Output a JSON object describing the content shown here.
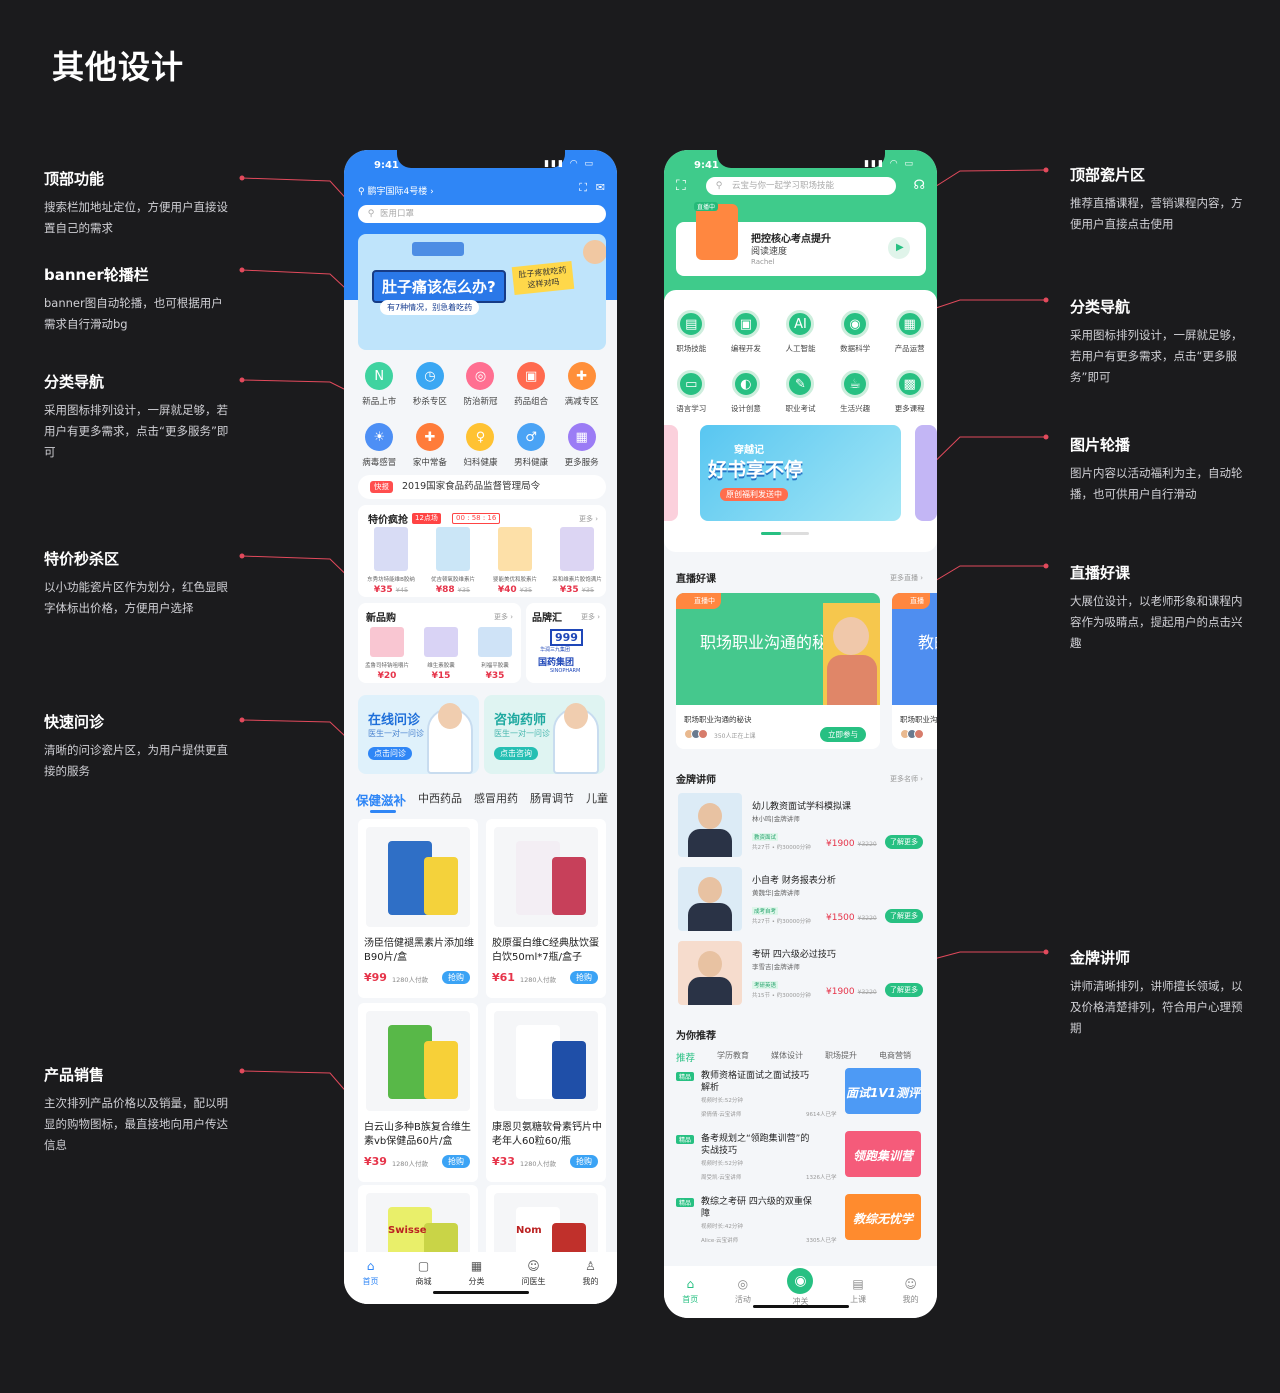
{
  "page": {
    "title": "其他设计"
  },
  "annotations_left": [
    {
      "title": "顶部功能",
      "desc": "搜索栏加地址定位，方便用户直接设置自己的需求"
    },
    {
      "title": "banner轮播栏",
      "desc": "banner图自动轮播，也可根据用户需求自行滑动bg"
    },
    {
      "title": "分类导航",
      "desc": "采用图标排列设计，一屏就足够，若用户有更多需求，点击“更多服务”即可"
    },
    {
      "title": "特价秒杀区",
      "desc": "以小功能瓷片区作为划分，红色显眼字体标出价格，方便用户选择"
    },
    {
      "title": "快速问诊",
      "desc": "清晰的问诊瓷片区，为用户提供更直接的服务"
    },
    {
      "title": "产品销售",
      "desc": "主次排列产品价格以及销量，配以明显的购物图标，最直接地向用户传达信息"
    }
  ],
  "annotations_right": [
    {
      "title": "顶部瓷片区",
      "desc": "推荐直播课程，营销课程内容，方便用户直接点击使用"
    },
    {
      "title": "分类导航",
      "desc": "采用图标排列设计，一屏就足够，若用户有更多需求，点击“更多服务”即可"
    },
    {
      "title": "图片轮播",
      "desc": "图片内容以活动福利为主，自动轮播，也可供用户自行滑动"
    },
    {
      "title": "直播好课",
      "desc": "大展位设计，以老师形象和课程内容作为吸睛点，提起用户的点击兴趣"
    },
    {
      "title": "金牌讲师",
      "desc": "讲师清晰排列，讲师擅长领域，以及价格清楚排列，符合用户心理预期"
    }
  ],
  "pharmacy": {
    "time": "9:41",
    "location": "鹏宇国际4号楼",
    "search_placeholder": "医用口罩",
    "banner": {
      "title": "肚子痛该怎么办?",
      "subtitle": "有7种情况，别急着吃药",
      "bubble": "肚子疼就吃药这样对吗"
    },
    "nav": [
      {
        "label": "新品上市",
        "color": "#3fd3a0",
        "glyph": "N"
      },
      {
        "label": "秒杀专区",
        "color": "#3aa7f3",
        "glyph": "◷"
      },
      {
        "label": "防治新冠",
        "color": "#ff6f91",
        "glyph": "◎"
      },
      {
        "label": "药品组合",
        "color": "#ff6a4f",
        "glyph": "▣"
      },
      {
        "label": "满减专区",
        "color": "#ff8f3a",
        "glyph": "✚"
      },
      {
        "label": "病毒感冒",
        "color": "#4d8ff5",
        "glyph": "☀"
      },
      {
        "label": "家中常备",
        "color": "#ff7c3a",
        "glyph": "✚"
      },
      {
        "label": "妇科健康",
        "color": "#ffc232",
        "glyph": "♀"
      },
      {
        "label": "男科健康",
        "color": "#4aa3f5",
        "glyph": "♂"
      },
      {
        "label": "更多服务",
        "color": "#9b7cf5",
        "glyph": "▦"
      }
    ],
    "news": {
      "tag": "快报",
      "text": "2019国家食品药品监督管理局令"
    },
    "flash": {
      "title": "特价疯抢",
      "countdown_label": "12点场",
      "countdown": "00 : 58 : 16",
      "more": "更多",
      "items": [
        {
          "name": "东秀坊特能维B胶纳",
          "price": "¥35",
          "old": "¥45",
          "color": "#d8dcf5"
        },
        {
          "name": "优吉顿氧胶维素片",
          "price": "¥88",
          "old": "¥35",
          "color": "#cbe6f7"
        },
        {
          "name": "婴能美优和胶素片",
          "price": "¥40",
          "old": "¥35",
          "color": "#fde0a8"
        },
        {
          "name": "采和维素片胶饱满片",
          "price": "¥35",
          "old": "¥35",
          "color": "#dcd5f3"
        }
      ]
    },
    "newgoods": {
      "title": "新品购",
      "more": "更多",
      "items": [
        {
          "name": "孟鲁司特钠咀嚼片",
          "price": "¥20",
          "color": "#f9c6d2"
        },
        {
          "name": "维生素胶囊",
          "price": "¥15",
          "color": "#d9d3f5"
        },
        {
          "name": "利福平胶囊",
          "price": "¥35",
          "color": "#cfe3f7"
        }
      ]
    },
    "brand": {
      "title": "品牌汇",
      "more": "更多",
      "logo1": "999",
      "logo1_sub": "华润三九集团",
      "logo2": "国药集团",
      "logo2_sub": "SINOPHARM"
    },
    "consult": [
      {
        "title": "在线问诊",
        "sub": "医生一对一问诊",
        "btn": "点击问诊"
      },
      {
        "title": "咨询药师",
        "sub": "医生一对一问诊",
        "btn": "点击咨询"
      }
    ],
    "tabs": [
      "保健滋补",
      "中西药品",
      "感冒用药",
      "肠胃调节",
      "儿童"
    ],
    "products": [
      {
        "name": "汤臣倍健褪黑素片添加维B90片/盒",
        "price": "¥99",
        "sold": "1280人付款",
        "buy": "抢购",
        "c1": "#2f6fc6",
        "c2": "#f4d23b"
      },
      {
        "name": "胶原蛋白维C经典肽饮蛋白饮50ml*7瓶/盒子",
        "price": "¥61",
        "sold": "1280人付款",
        "buy": "抢购",
        "c1": "#f3eef4",
        "c2": "#c7405a"
      },
      {
        "name": "白云山多种B族复合维生素vb保健品60片/盒",
        "price": "¥39",
        "sold": "1280人付款",
        "buy": "抢购",
        "c1": "#58b848",
        "c2": "#f7d038"
      },
      {
        "name": "康恩贝氨糖软骨素钙片中老年人60粒60/瓶",
        "price": "¥33",
        "sold": "1280人付款",
        "buy": "抢购",
        "c1": "#ffffff",
        "c2": "#1f4fa8"
      },
      {
        "name": "Swisse",
        "price": "",
        "sold": "",
        "buy": "",
        "c1": "#e9ef6a",
        "c2": "#c9d447"
      },
      {
        "name": "Nom",
        "price": "",
        "sold": "",
        "buy": "",
        "c1": "#ffffff",
        "c2": "#c0302b"
      }
    ],
    "tabbar": [
      {
        "label": "首页",
        "glyph": "⌂",
        "active": true
      },
      {
        "label": "商城",
        "glyph": "▢"
      },
      {
        "label": "分类",
        "glyph": "▦"
      },
      {
        "label": "问医生",
        "glyph": "☺"
      },
      {
        "label": "我的",
        "glyph": "♙"
      }
    ],
    "colors": {
      "primary": "#2f86f6",
      "price": "#e6344a"
    }
  },
  "edu": {
    "time": "9:41",
    "search_placeholder": "云宝与你一起学习职场技能",
    "hero": {
      "badge": "直播中",
      "title": "把控核心考点提升",
      "sub": "阅读速度",
      "author": "Rachel"
    },
    "nav": [
      {
        "label": "职场技能",
        "glyph": "▤"
      },
      {
        "label": "编程开发",
        "glyph": "▣"
      },
      {
        "label": "人工智能",
        "glyph": "AI"
      },
      {
        "label": "数据科学",
        "glyph": "◉"
      },
      {
        "label": "产品运营",
        "glyph": "▦"
      },
      {
        "label": "语言学习",
        "glyph": "▭"
      },
      {
        "label": "设计创意",
        "glyph": "◐"
      },
      {
        "label": "职业考试",
        "glyph": "✎"
      },
      {
        "label": "生活兴趣",
        "glyph": "☕"
      },
      {
        "label": "更多课程",
        "glyph": "▩"
      }
    ],
    "carousel": {
      "top": "穿越记",
      "main": "好书享不停",
      "btn": "原创福利发送中"
    },
    "live": {
      "title": "直播好课",
      "more": "更多直播",
      "cards": [
        {
          "badge": "直播中",
          "headline": "职场职业沟通的秘诀?",
          "name": "职场职业沟通的秘诀",
          "count": "350人正在上课",
          "btn": "立即参与"
        },
        {
          "badge": "直播",
          "headline": "教的",
          "name": "职场职业沟",
          "count": "",
          "btn": ""
        }
      ]
    },
    "teachers": {
      "title": "金牌讲师",
      "more": "更多名师",
      "items": [
        {
          "name": "幼儿教资面试学科模拟课",
          "teacher": "林小鸣|金牌讲师",
          "tag": "教资面试",
          "count": "共27节 • 约30000分钟",
          "price": "¥1900",
          "old": "¥3220",
          "btn": "了解更多"
        },
        {
          "name": "小自考 财务报表分析",
          "teacher": "黄魏华|金牌讲师",
          "tag": "成考自考",
          "count": "共27节 • 约30000分钟",
          "price": "¥1500",
          "old": "¥3220",
          "btn": "了解更多"
        },
        {
          "name": "考研 四六级必过技巧",
          "teacher": "李雪吉|金牌讲师",
          "tag": "考研英语",
          "count": "共15节 • 约30000分钟",
          "price": "¥1900",
          "old": "¥3220",
          "btn": "了解更多"
        }
      ]
    },
    "recommend": {
      "title": "为你推荐",
      "tabs": [
        "推荐",
        "学历教育",
        "媒体设计",
        "职场提升",
        "电商营销"
      ],
      "items": [
        {
          "badge": "精品",
          "title": "教师资格证面试之面试技巧解析",
          "sub": "视频时长:52分钟",
          "author": "梁倩倩·云宝讲师",
          "count": "9614人已学",
          "img_text": "面试1V1测评",
          "c": "#4d9af5"
        },
        {
          "badge": "精品",
          "title": "备考规划之“领跑集训营”的实战技巧",
          "sub": "视频时长:52分钟",
          "author": "周受凯·云宝讲师",
          "count": "1326人已学",
          "img_text": "领跑集训营",
          "c": "#f55b7a"
        },
        {
          "badge": "精品",
          "title": "教综之考研 四六级的双重保障",
          "sub": "视频时长:42分钟",
          "author": "Alice·云宝讲师",
          "count": "3305人已学",
          "img_text": "教综无忧学",
          "c": "#ff8b2e"
        }
      ]
    },
    "tabbar": [
      {
        "label": "首页",
        "glyph": "⌂",
        "active": true
      },
      {
        "label": "活动",
        "glyph": "◎"
      },
      {
        "label": "冲关",
        "glyph": "◉"
      },
      {
        "label": "上课",
        "glyph": "▤"
      },
      {
        "label": "我的",
        "glyph": "☺"
      }
    ],
    "colors": {
      "primary": "#27c082"
    }
  }
}
